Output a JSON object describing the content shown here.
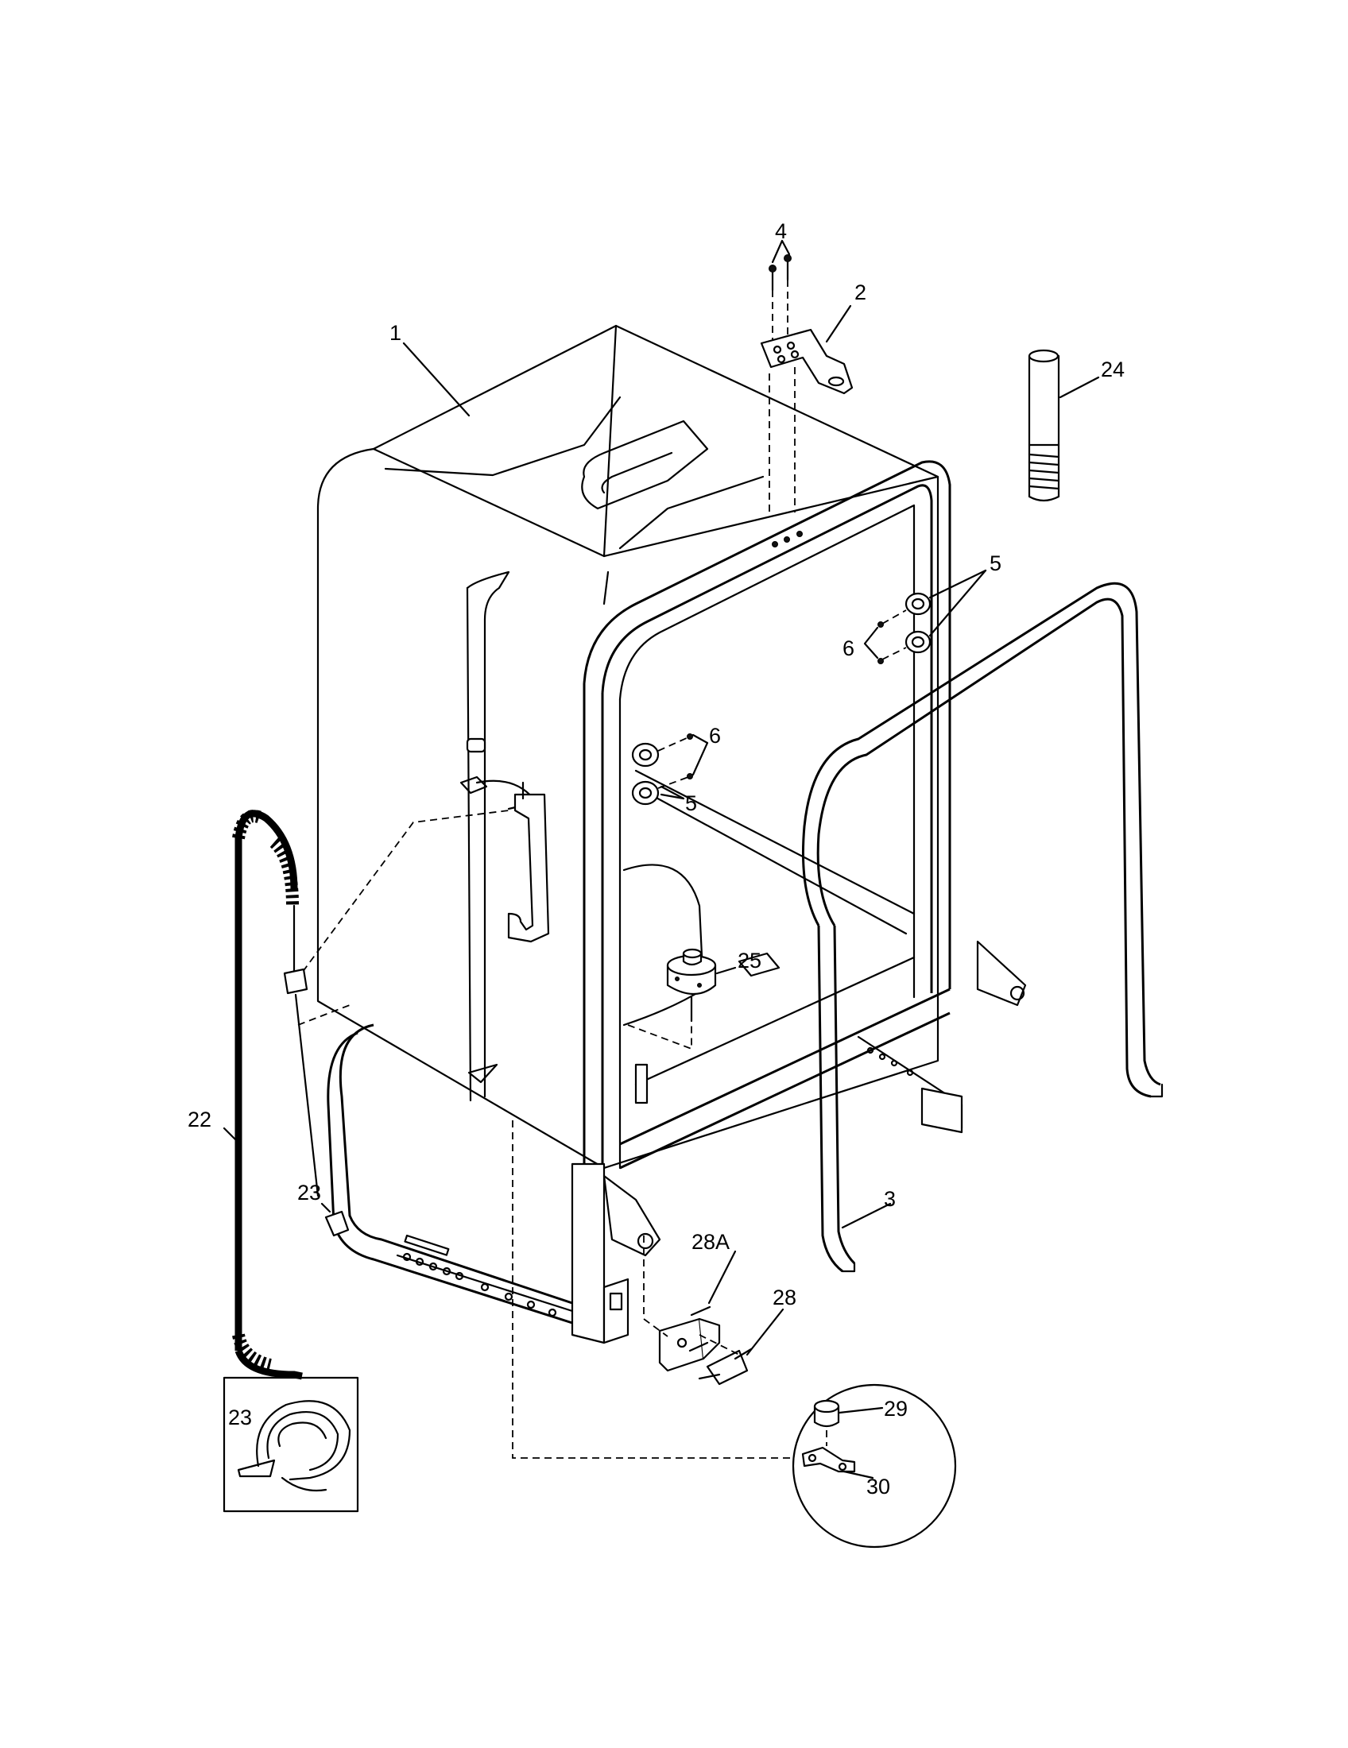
{
  "labels": {
    "tub": "1",
    "bracket": "2",
    "gasket": "3",
    "screws": "4",
    "roller_right": "5",
    "screw_right": "6",
    "roller_left": "5",
    "screw_left": "6",
    "hose": "22",
    "clamp": "23",
    "clamp_inset": "23",
    "stud": "24",
    "float": "25",
    "switch_bracket": "28A",
    "switch": "28",
    "thermostat_cap": "29",
    "thermostat_plate": "30"
  }
}
